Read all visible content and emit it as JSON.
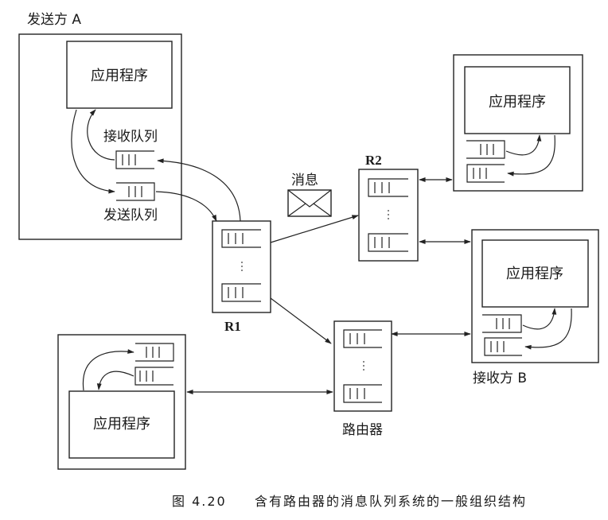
{
  "labels": {
    "sender": "发送方 A",
    "receiver": "接收方 B",
    "recv_queue": "接收队列",
    "send_queue": "发送队列",
    "message": "消息",
    "r1": "R1",
    "r2": "R2",
    "router": "路由器",
    "app": "应用程序"
  },
  "caption": {
    "number": "图 4.20",
    "text": "含有路由器的消息队列系统的一般组织结构"
  },
  "icons": {
    "message": "envelope-icon",
    "queue": "queue-icon"
  }
}
